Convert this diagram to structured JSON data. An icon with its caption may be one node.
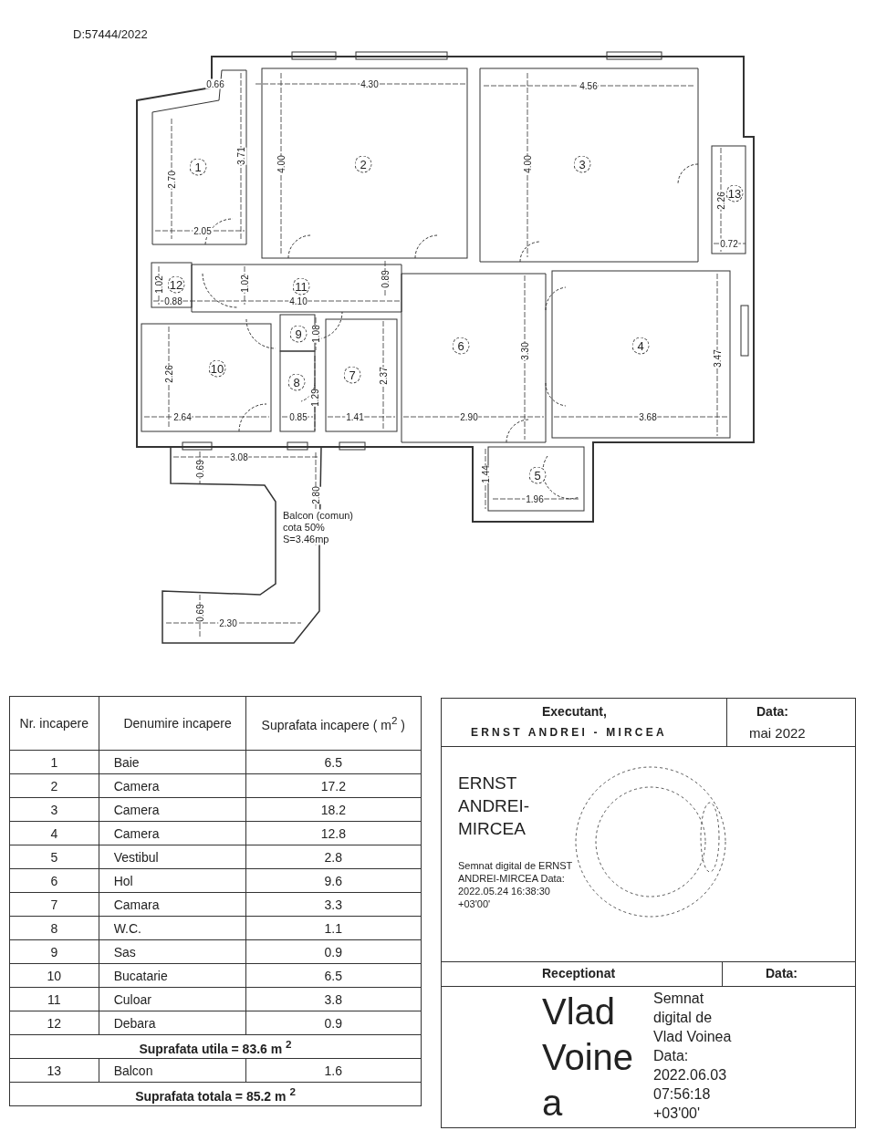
{
  "diagram": {
    "labels": [
      "D:57444/2022",
      "0.66",
      "4.30",
      "4.56",
      "2.70",
      "1",
      "3.71",
      "4.00",
      "2",
      "4.00",
      "3",
      "2.26",
      "13",
      "2.05",
      "0.72",
      "1.02",
      "12",
      "1.02",
      "11",
      "0.89",
      "0.88",
      "4.10",
      "9",
      "1.08",
      "10",
      "2.26",
      "6",
      "3.30",
      "4",
      "3.47",
      "8",
      "1.29",
      "7",
      "2.37",
      "2.64",
      "0.85",
      "1.41",
      "2.90",
      "3.68",
      "3.08",
      "0.69",
      "1.44",
      "5",
      "2.80",
      "1.96",
      "Balcon (comun) cota 50% S=3.46mp",
      "0.69",
      "2.30",
      "Nr. incapere",
      "Denumire incapere",
      "Suprafata incapere ( m$^{2}$ )",
      "1",
      "Baie",
      "6.5",
      "2",
      "Camera",
      "17.2",
      "3",
      "Camera",
      "18.2",
      "4",
      "Camera",
      "12.8",
      "5",
      "Vestibul",
      "2.8",
      "6",
      "Hol",
      "9.6",
      "7",
      "Camara",
      "3.3",
      "8",
      "W.C.",
      "1.1",
      "9",
      "Sas",
      "0.9",
      "10",
      "Bucatarie",
      "6.5",
      "11",
      "Culoar",
      "3.8",
      "12",
      "Debara",
      "0.9",
      "Suprafata utila = 83.6 m $^{2}$",
      "13",
      "Balcon",
      "1.6",
      "Suprafata totala = 85.2 m $^{2}$",
      "Executant,",
      "ERNST ANDREI - MIRCEA",
      "Data:",
      "mai 2022",
      "ERNST ANDREI- MIRCEA",
      "Semnat digital de ERNST ANDREI-MIRCEA Data: 2022.05.24 16:38:30 +03'00'",
      "Receptionat",
      "Data:",
      "Vlad Voine a",
      "Semnat digital de Vlad Voinea Data: 2022.06.03 07:56:18 +03'00'"
    ]
  }
}
